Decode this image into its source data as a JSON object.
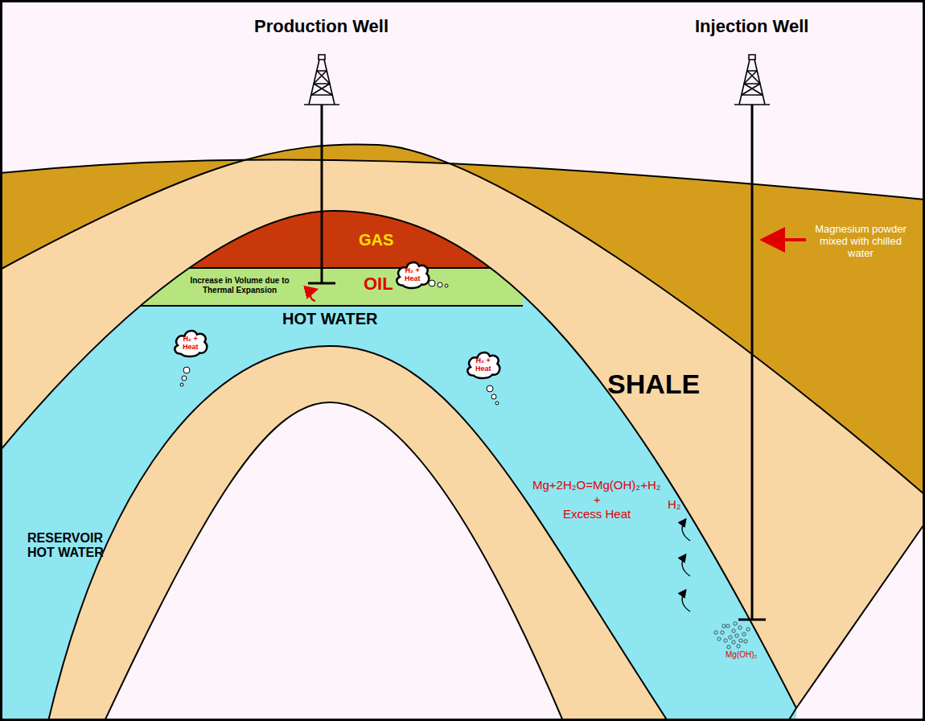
{
  "diagram": {
    "nodes": [
      {
        "text": [
          "H₂ + Heat"
        ]
      },
      {
        "text": [
          "H₂ + Heat"
        ]
      },
      {
        "text": [
          "H₂ + Heat"
        ]
      }
    ],
    "labels": [
      "Production Well",
      "Injection Well",
      "Magnesium powder mixed with chilled water",
      "GAS",
      "OIL",
      "Increase in Volume due to Thermal Expansion",
      "HOT WATER",
      "SHALE",
      "RESERVOIR HOT WATER",
      "Mg+2H₂O=Mg(OH)₂+H₂",
      "+",
      "Excess Heat",
      "H₂",
      "Mg(OH)₂"
    ]
  }
}
